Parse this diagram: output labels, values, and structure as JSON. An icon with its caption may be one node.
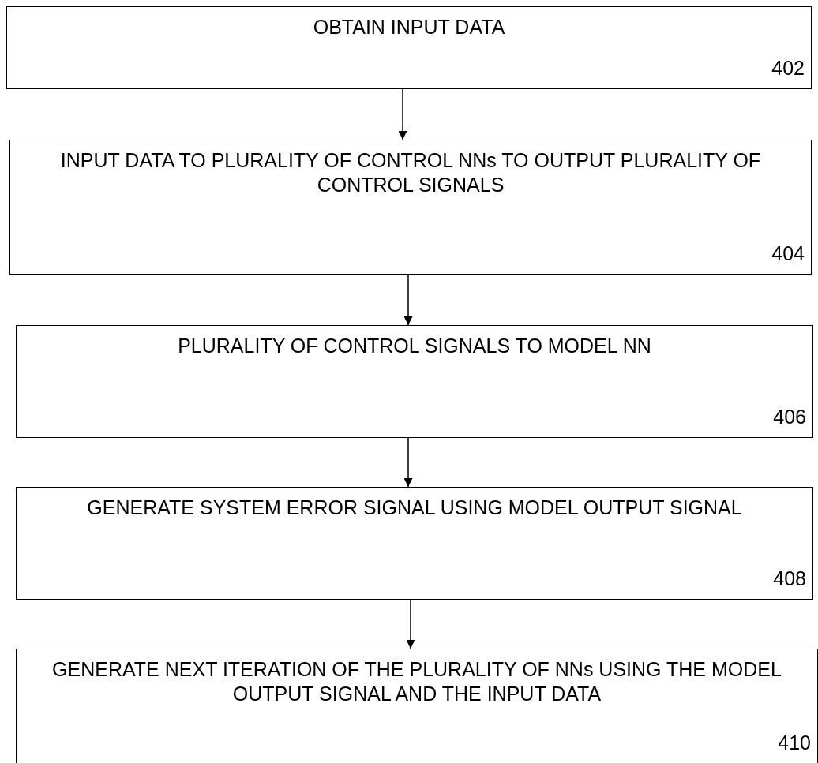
{
  "diagram": {
    "nodes": [
      {
        "text": [
          "OBTAIN INPUT DATA",
          "402"
        ]
      },
      {
        "text": [
          "INPUT DATA TO PLURALITY OF CONTROL NNs TO OUTPUT PLURALITY OF CONTROL SIGNALS",
          "404"
        ]
      },
      {
        "text": [
          "PLURALITY OF CONTROL SIGNALS TO MODEL NN",
          "406"
        ]
      },
      {
        "text": [
          "GENERATE SYSTEM ERROR SIGNAL USING MODEL OUTPUT SIGNAL",
          "408"
        ]
      },
      {
        "text": [
          "GENERATE NEXT ITERATION OF THE PLURALITY OF NNs USING THE MODEL OUTPUT SIGNAL AND THE INPUT DATA",
          "410"
        ]
      }
    ],
    "edges": [
      {
        "from": 0,
        "to": 1,
        "arrow": "to"
      },
      {
        "from": 1,
        "to": 2,
        "arrow": "to"
      },
      {
        "from": 2,
        "to": 3,
        "arrow": "to"
      },
      {
        "from": 3,
        "to": 4,
        "arrow": "to"
      }
    ]
  }
}
